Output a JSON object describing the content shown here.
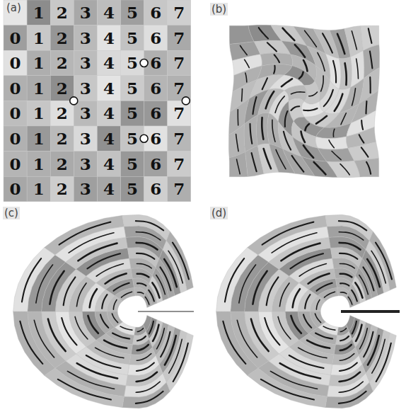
{
  "diagram": {
    "labels": [
      "(a)",
      "1",
      "2",
      "3",
      "4",
      "5",
      "6",
      "7",
      "0",
      "1",
      "2",
      "3",
      "4",
      "5",
      "6",
      "7",
      "0",
      "1",
      "2",
      "3",
      "4",
      "5",
      "6",
      "7",
      "0",
      "1",
      "2",
      "3",
      "4",
      "5",
      "6",
      "7",
      "0",
      "1",
      "2",
      "3",
      "4",
      "5",
      "6",
      "7",
      "0",
      "1",
      "2",
      "3",
      "4",
      "5",
      "6",
      "7",
      "0",
      "1",
      "2",
      "3",
      "4",
      "5",
      "6",
      "7",
      "0",
      "1",
      "2",
      "3",
      "4",
      "5",
      "6",
      "7",
      "(b)",
      "(c)",
      "(d)"
    ]
  }
}
